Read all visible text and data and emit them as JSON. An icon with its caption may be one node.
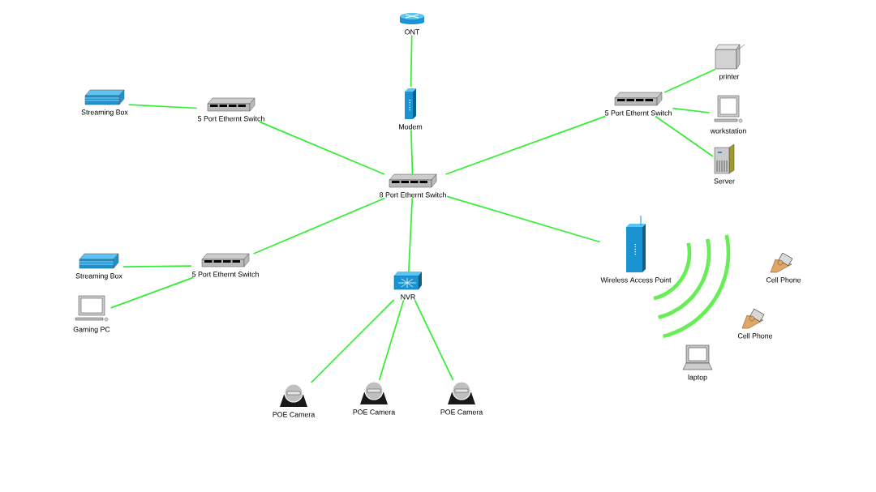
{
  "diagram": {
    "nodes": [
      {
        "text": [
          "ONT"
        ]
      },
      {
        "text": [
          "Modem"
        ]
      },
      {
        "text": [
          "Streaming Box"
        ]
      },
      {
        "text": [
          "5 Port Ethernt Switch"
        ]
      },
      {
        "text": [
          "5 Port Ethernt Switch"
        ]
      },
      {
        "text": [
          "printer"
        ]
      },
      {
        "text": [
          "workstation"
        ]
      },
      {
        "text": [
          "Server"
        ]
      },
      {
        "text": [
          "8 Port Ethernt Switch"
        ]
      },
      {
        "text": [
          "Wireless Access Point"
        ]
      },
      {
        "text": [
          "Streaming Box"
        ]
      },
      {
        "text": [
          "5 Port Ethernt Switch"
        ]
      },
      {
        "text": [
          "Cell Phone"
        ]
      },
      {
        "text": [
          "NVR"
        ]
      },
      {
        "text": [
          "Gaming PC"
        ]
      },
      {
        "text": [
          "Cell Phone"
        ]
      },
      {
        "text": [
          "laptop"
        ]
      },
      {
        "text": [
          "POE Camera"
        ]
      },
      {
        "text": [
          "POE Camera"
        ]
      },
      {
        "text": [
          "POE Camera"
        ]
      }
    ],
    "edges": [
      {
        "from": 0,
        "to": 1,
        "arrow": "none"
      },
      {
        "from": 1,
        "to": 8,
        "arrow": "none"
      },
      {
        "from": 2,
        "to": 3,
        "arrow": "none"
      },
      {
        "from": 3,
        "to": 8,
        "arrow": "none"
      },
      {
        "from": 4,
        "to": 8,
        "arrow": "none"
      },
      {
        "from": 4,
        "to": 5,
        "arrow": "none"
      },
      {
        "from": 4,
        "to": 6,
        "arrow": "none"
      },
      {
        "from": 4,
        "to": 7,
        "arrow": "none"
      },
      {
        "from": 8,
        "to": 9,
        "arrow": "none"
      },
      {
        "from": 8,
        "to": 11,
        "arrow": "none"
      },
      {
        "from": 8,
        "to": 13,
        "arrow": "none"
      },
      {
        "from": 10,
        "to": 11,
        "arrow": "none"
      },
      {
        "from": 11,
        "to": 14,
        "arrow": "none"
      },
      {
        "from": 13,
        "to": 17,
        "arrow": "none"
      },
      {
        "from": 13,
        "to": 18,
        "arrow": "none"
      },
      {
        "from": 13,
        "to": 19,
        "arrow": "none"
      }
    ]
  }
}
